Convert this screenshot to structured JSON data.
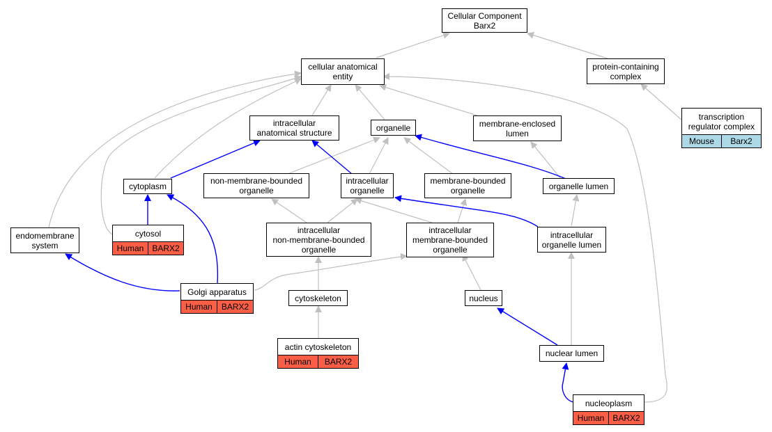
{
  "nodes": {
    "root": {
      "label1": "Cellular Component",
      "label2": "Barx2"
    },
    "cae": {
      "label1": "cellular anatomical",
      "label2": "entity"
    },
    "pcc": {
      "label1": "protein-containing",
      "label2": "complex"
    },
    "trc": {
      "label1": "transcription",
      "label2": "regulator complex",
      "tag1": "Mouse",
      "tag2": "Barx2",
      "tag_color": "#add8e6"
    },
    "ias": {
      "label1": "intracellular",
      "label2": "anatomical structure"
    },
    "org": {
      "label1": "organelle"
    },
    "mel": {
      "label1": "membrane-enclosed",
      "label2": "lumen"
    },
    "cyto": {
      "label1": "cytoplasm"
    },
    "nmbo": {
      "label1": "non-membrane-bounded",
      "label2": "organelle"
    },
    "iorg": {
      "label1": "intracellular",
      "label2": "organelle"
    },
    "mbo": {
      "label1": "membrane-bounded",
      "label2": "organelle"
    },
    "orgl": {
      "label1": "organelle lumen"
    },
    "endo": {
      "label1": "endomembrane",
      "label2": "system"
    },
    "cytosol": {
      "label1": "cytosol",
      "tag1": "Human",
      "tag2": "BARX2",
      "tag_color": "#fa5f46"
    },
    "inmbo": {
      "label1": "intracellular",
      "label2": "non-membrane-bounded",
      "label3": "organelle"
    },
    "imbo": {
      "label1": "intracellular",
      "label2": "membrane-bounded",
      "label3": "organelle"
    },
    "iol": {
      "label1": "intracellular",
      "label2": "organelle lumen"
    },
    "golgi": {
      "label1": "Golgi apparatus",
      "tag1": "Human",
      "tag2": "BARX2",
      "tag_color": "#fa5f46"
    },
    "cytosk": {
      "label1": "cytoskeleton"
    },
    "nucleus": {
      "label1": "nucleus"
    },
    "actin": {
      "label1": "actin cytoskeleton",
      "tag1": "Human",
      "tag2": "BARX2",
      "tag_color": "#fa5f46"
    },
    "nlumen": {
      "label1": "nuclear lumen"
    },
    "nucleo": {
      "label1": "nucleoplasm",
      "tag1": "Human",
      "tag2": "BARX2",
      "tag_color": "#fa5f46"
    }
  },
  "colors": {
    "edge_gray": "#c0c0c0",
    "edge_blue": "#0000ff"
  }
}
